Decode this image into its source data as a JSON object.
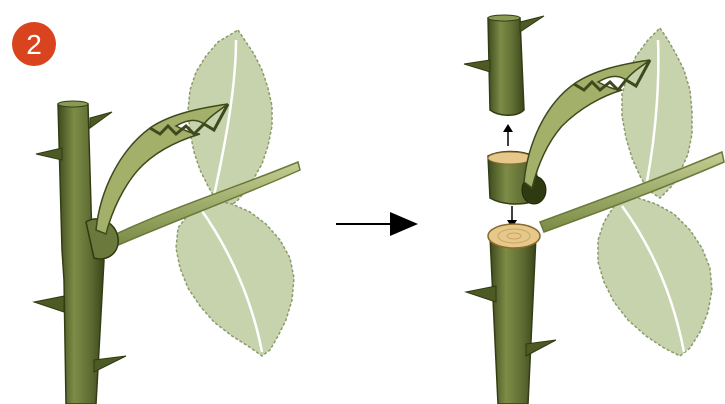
{
  "step_badge": {
    "number": "2",
    "color": "#d9441f"
  },
  "colors": {
    "stem": "#6b7a3c",
    "stem_dark": "#3e4a1e",
    "stem_light": "#a3b06a",
    "leaf": "#c6d3ac",
    "leaf_edge": "#9aa97a",
    "leaf_vein": "#ffffff",
    "cut_face": "#e6c98a",
    "arrow": "#000000"
  },
  "icons": [
    "rose-stem-with-leaf",
    "right-arrow-icon",
    "cut-stem-with-bud-chip"
  ]
}
